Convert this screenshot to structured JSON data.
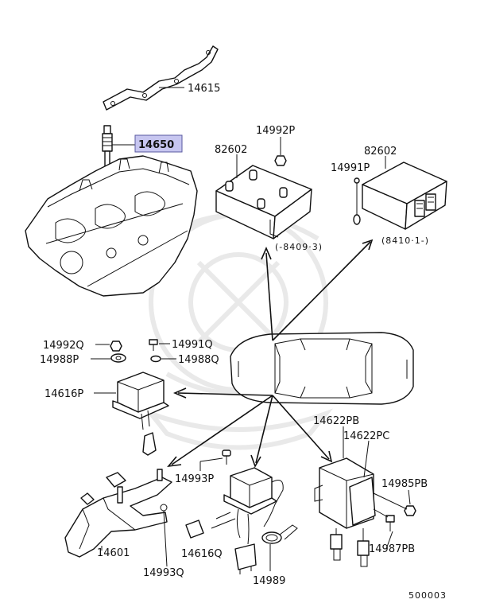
{
  "diagram": {
    "highlight_color": "#c7c6f0",
    "parts": {
      "p14615": "14615",
      "p14650": "14650",
      "p14992p": "14992P",
      "p82602_left": "82602",
      "p82602_right": "82602",
      "p14991p": "14991P",
      "range_left": "(-8409·3)",
      "range_right": "(8410·1-)",
      "p14992q": "14992Q",
      "p14991q": "14991Q",
      "p14988p": "14988P",
      "p14988q": "14988Q",
      "p14616p": "14616P",
      "p14622pb": "14622PB",
      "p14622pc": "14622PC",
      "p14993p": "14993P",
      "p14985pb": "14985PB",
      "p14987pb": "14987PB",
      "p14601": "14601",
      "p14616q": "14616Q",
      "p14993q": "14993Q",
      "p14989": "14989"
    },
    "code": "500003"
  }
}
